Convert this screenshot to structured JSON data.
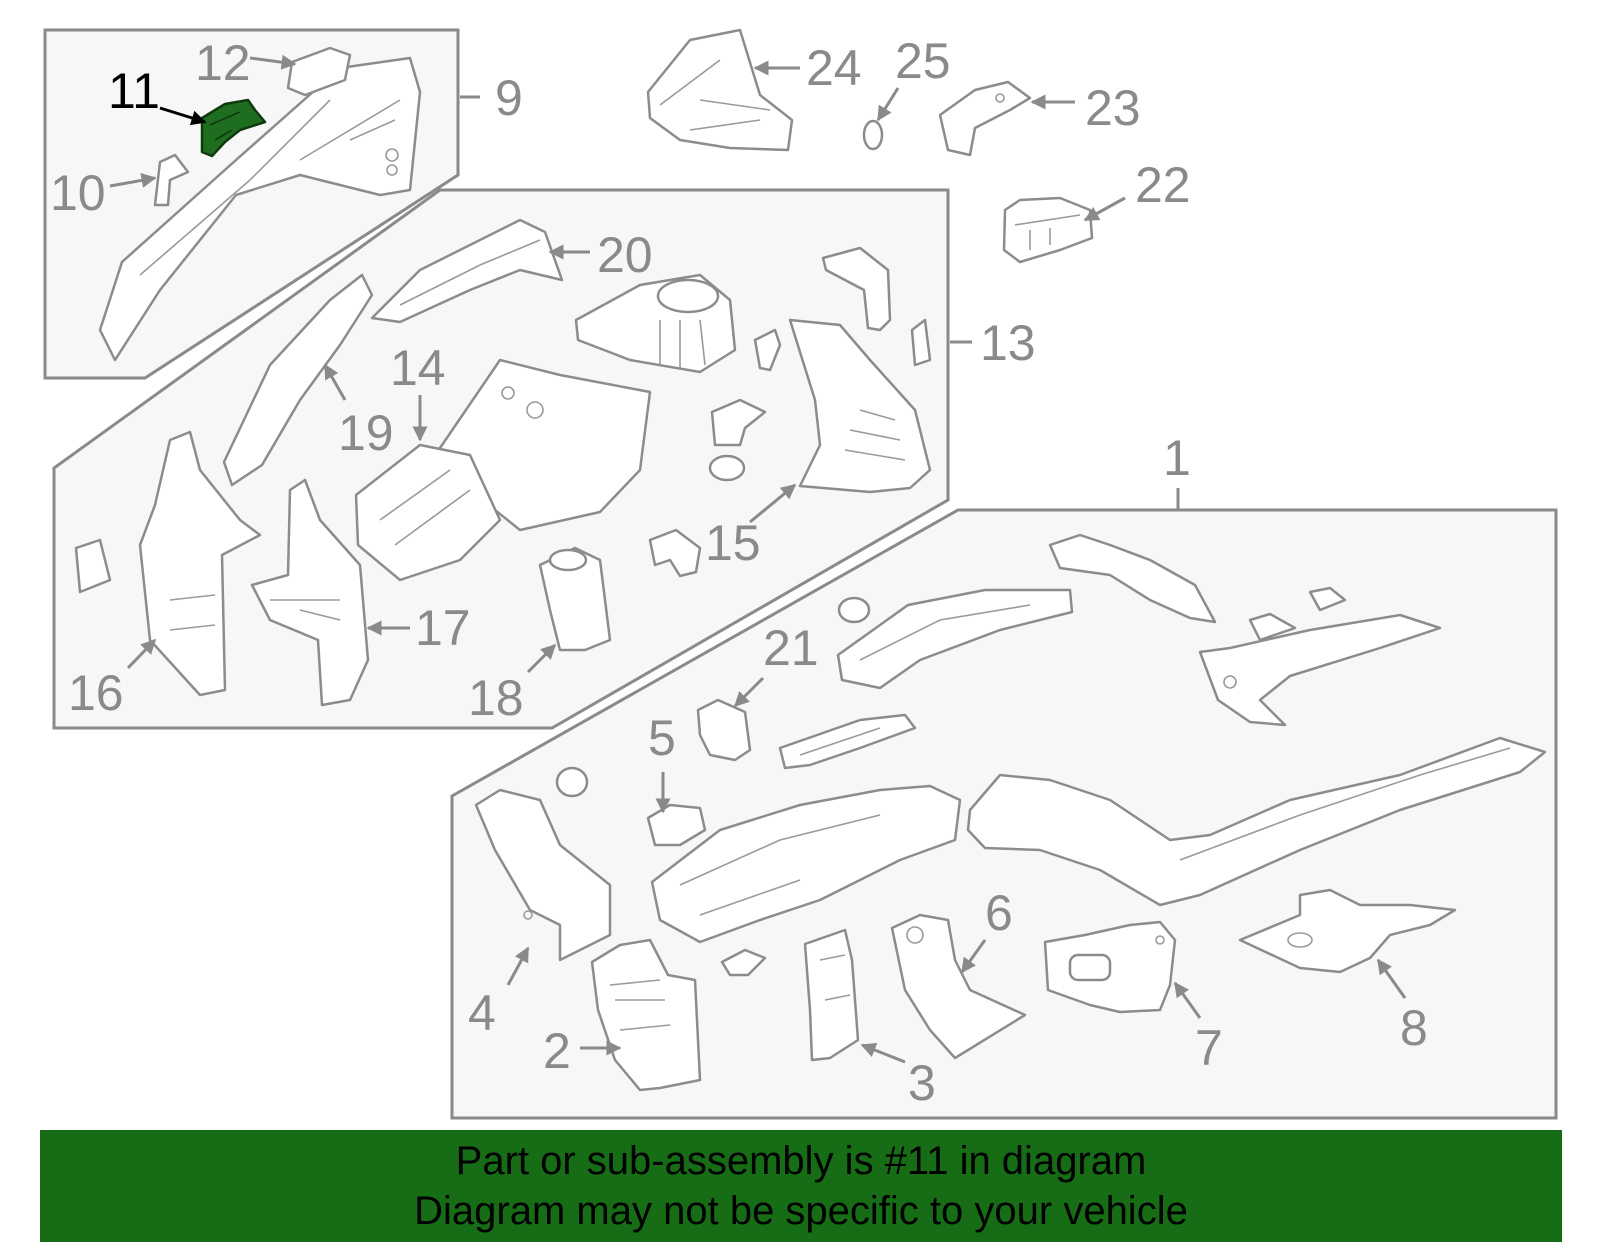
{
  "highlight_color": "#1f6e1f",
  "banner_color": "#166d16",
  "banner": {
    "line1": "Part or sub-assembly is #11 in diagram",
    "line2": "Diagram may not be specific to your vehicle"
  },
  "highlighted_part": "11",
  "callouts": [
    "1",
    "2",
    "3",
    "4",
    "5",
    "6",
    "7",
    "8",
    "9",
    "10",
    "11",
    "12",
    "13",
    "14",
    "15",
    "16",
    "17",
    "18",
    "19",
    "20",
    "21",
    "22",
    "23",
    "24",
    "25"
  ]
}
